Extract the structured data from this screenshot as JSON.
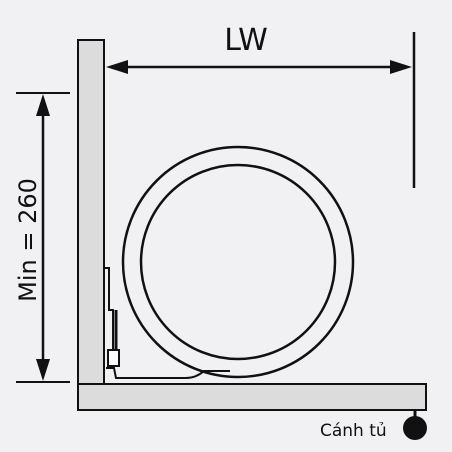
{
  "labels": {
    "width": "LW",
    "min_height": "Min = 260",
    "door": "Cánh tủ"
  },
  "colors": {
    "background": "#f1f1f3",
    "panel_fill": "#dcdcdc",
    "outline": "#111111"
  }
}
